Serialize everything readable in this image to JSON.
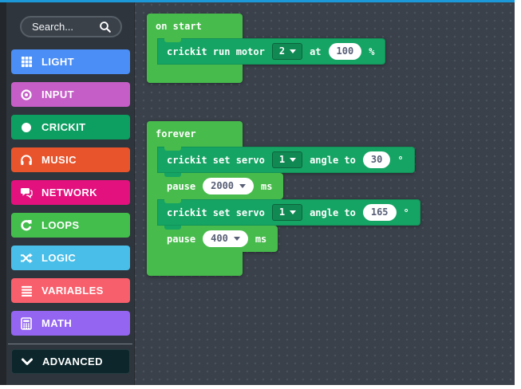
{
  "sidebar": {
    "search": {
      "placeholder": "Search..."
    },
    "categories": [
      {
        "label": "LIGHT",
        "color": "#4B8EF5",
        "icon": "grid-icon"
      },
      {
        "label": "INPUT",
        "color": "#C55FC7",
        "icon": "target-icon"
      },
      {
        "label": "CRICKIT",
        "color": "#0D9E61",
        "icon": "circle-icon"
      },
      {
        "label": "MUSIC",
        "color": "#E8552D",
        "icon": "headphones-icon"
      },
      {
        "label": "NETWORK",
        "color": "#E3117E",
        "icon": "chat-icon"
      },
      {
        "label": "LOOPS",
        "color": "#43BE4D",
        "icon": "rotate-icon"
      },
      {
        "label": "LOGIC",
        "color": "#49BEE8",
        "icon": "shuffle-icon"
      },
      {
        "label": "VARIABLES",
        "color": "#F85F6C",
        "icon": "list-icon"
      },
      {
        "label": "MATH",
        "color": "#9365F1",
        "icon": "calculator-icon"
      }
    ],
    "advanced": {
      "label": "ADVANCED",
      "color": "#0C262B",
      "icon": "chevron-down-icon"
    }
  },
  "workspace": {
    "on_start": {
      "label": "on start",
      "run_motor": {
        "prefix": "crickit run motor",
        "motor_number": "2",
        "connector": "at",
        "speed": "100",
        "unit": "%"
      }
    },
    "forever": {
      "label": "forever",
      "set_servo_1": {
        "prefix": "crickit set servo",
        "servo_number": "1",
        "connector": "angle to",
        "angle": "30",
        "unit": "°"
      },
      "pause_1": {
        "prefix": "pause",
        "duration": "2000",
        "unit": "ms"
      },
      "set_servo_2": {
        "prefix": "crickit set servo",
        "servo_number": "1",
        "connector": "angle to",
        "angle": "165",
        "unit": "°"
      },
      "pause_2": {
        "prefix": "pause",
        "duration": "400",
        "unit": "ms"
      }
    }
  },
  "colors": {
    "top_accent_bar": "#1C98D8",
    "canvas_background": "#3A414A",
    "sidebar_background": "#2F353C",
    "loops_block_green": "#47BB4B",
    "crickit_block_teal": "#15A464",
    "field_text": "#575E75"
  }
}
